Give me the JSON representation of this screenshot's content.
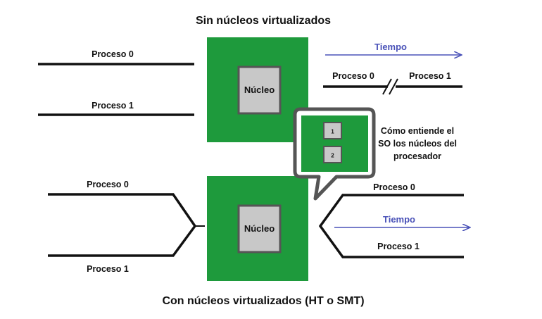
{
  "titles": {
    "top": "Sin núcleos virtualizados",
    "bottom": "Con núcleos virtualizados (HT o SMT)"
  },
  "top_section": {
    "process_0": "Proceso 0",
    "process_1": "Proceso  1",
    "core_label": "Núcleo",
    "time_label": "Tiempo",
    "timeline_process_0": "Proceso 0",
    "timeline_process_1": "Proceso  1"
  },
  "bubble": {
    "core_1": "1",
    "core_2": "2",
    "caption_line_1": "Cómo entiende el",
    "caption_line_2": "SO los núcleos del",
    "caption_line_3": "procesador"
  },
  "bottom_section": {
    "left_process_0": "Proceso 0",
    "left_process_1": "Proceso  1",
    "core_label": "Núcleo",
    "right_process_0": "Proceso 0",
    "right_process_1": "Proceso  1",
    "time_label": "Tiempo"
  },
  "colors": {
    "chip_green": "#1e9a3c",
    "core_gray": "#c8c8c8",
    "core_border": "#555555",
    "line_black": "#111111",
    "time_blue": "#4a52b8",
    "bubble_border": "#555555"
  }
}
